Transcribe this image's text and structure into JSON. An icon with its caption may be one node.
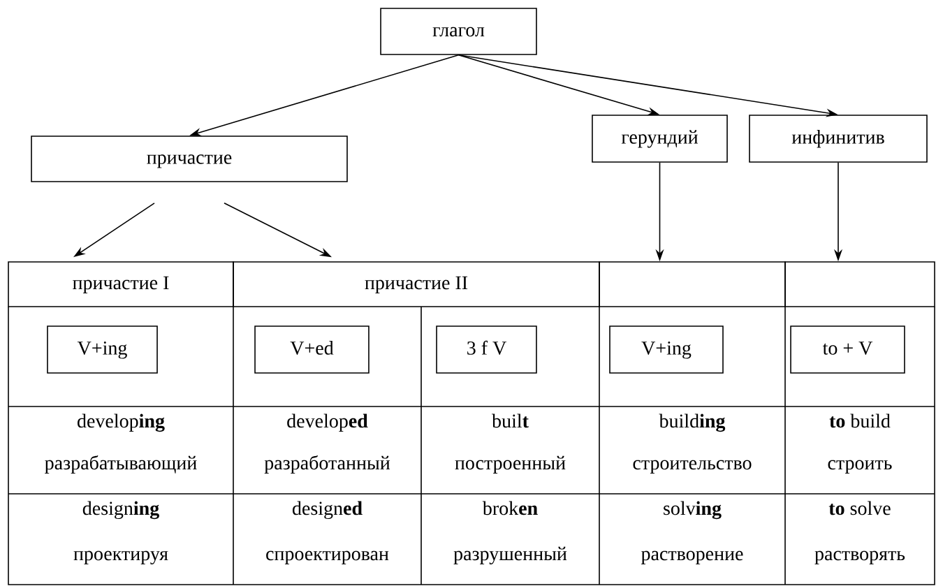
{
  "diagram": {
    "nodes": [
      {
        "text": [
          "глагол"
        ]
      },
      {
        "text": [
          "причастие"
        ]
      },
      {
        "text": [
          "герундий"
        ]
      },
      {
        "text": [
          "инфинитив"
        ]
      },
      {
        "text": [
          "причастие I"
        ]
      },
      {
        "text": [
          "причастие II"
        ]
      },
      {
        "text": [],
        "shape": "box"
      },
      {
        "text": [],
        "shape": "box"
      },
      {
        "text": [
          "V+ing"
        ]
      },
      {
        "text": [
          "V+ed"
        ]
      },
      {
        "text": [
          "3 f V"
        ]
      },
      {
        "text": [
          "V+ing"
        ]
      },
      {
        "text": [
          "to + V"
        ]
      }
    ],
    "edges": [
      {
        "from": 0,
        "to": 1,
        "arrow": "to"
      },
      {
        "from": 0,
        "to": 2,
        "arrow": "to"
      },
      {
        "from": 0,
        "to": 3,
        "arrow": "to"
      },
      {
        "from": 1,
        "to": 4,
        "arrow": "to"
      },
      {
        "from": 1,
        "to": 5,
        "arrow": "to"
      },
      {
        "from": 2,
        "to": 6,
        "arrow": "to"
      },
      {
        "from": 3,
        "to": 7,
        "arrow": "to"
      }
    ],
    "labels": [
      "develop**ing**",
      "разрабатывающий",
      "develop**ed**",
      "разработанный",
      "buil**t**",
      "построенный",
      "build**ing**",
      "строительство",
      "**to** build",
      "строить",
      "design**ing**",
      "проектируя",
      "design**ed**",
      "спроектирован",
      "brok**en**",
      "разрушенный",
      "solv**ing**",
      "растворение",
      "**to** solve",
      "растворять"
    ]
  }
}
